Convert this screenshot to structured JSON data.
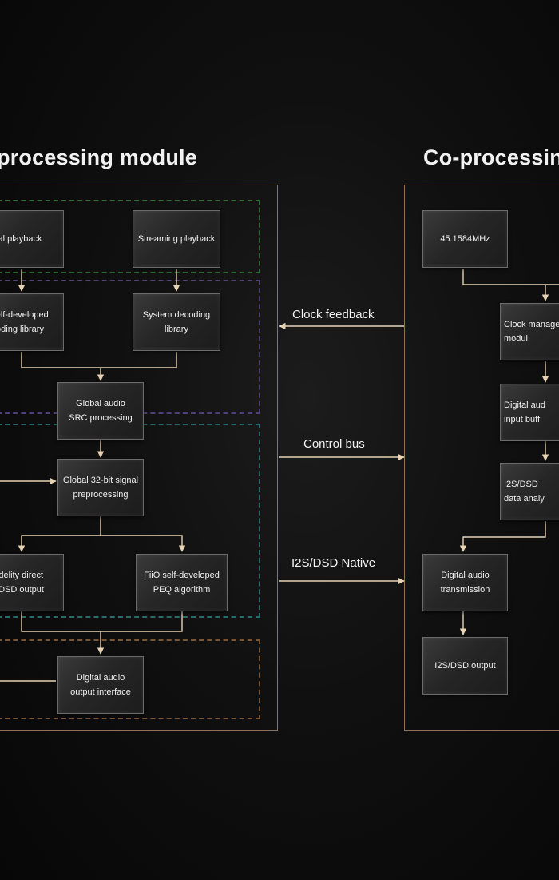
{
  "titles": {
    "left": "processing module",
    "right": "Co-processin"
  },
  "left_boxes": {
    "local_playback": "al playback",
    "streaming_playback": "Streaming playback",
    "self_decoding": "self-developed\noding library",
    "system_decoding": "System decoding\nlibrary",
    "global_src": "Global audio\nSRC processing",
    "global_32bit": "Global 32-bit signal\npreprocessing",
    "direct_output": "idelity direct\n/DSD output",
    "peq": "FiiO self-developed\nPEQ algorithm",
    "output_interface": "Digital audio\noutput interface"
  },
  "right_boxes": {
    "clock_freq": "45.1584MHz",
    "clock_management": "Clock manage\nmodul",
    "input_buffer": "Digital aud\ninput buff",
    "data_analysis": "I2S/DSD\ndata analy",
    "transmission": "Digital audio\ntransmission",
    "i2s_output": "I2S/DSD output"
  },
  "connections": {
    "clock_feedback": "Clock feedback",
    "control_bus": "Control bus",
    "i2s_native": "I2S/DSD Native"
  },
  "colors": {
    "panel_border": "#8a7358",
    "dash_green": "#2f6b3a",
    "dash_purple": "#4f3f7a",
    "dash_teal": "#2a6b6b",
    "dash_orange": "#7a5533",
    "line": "#e7d3b4"
  }
}
